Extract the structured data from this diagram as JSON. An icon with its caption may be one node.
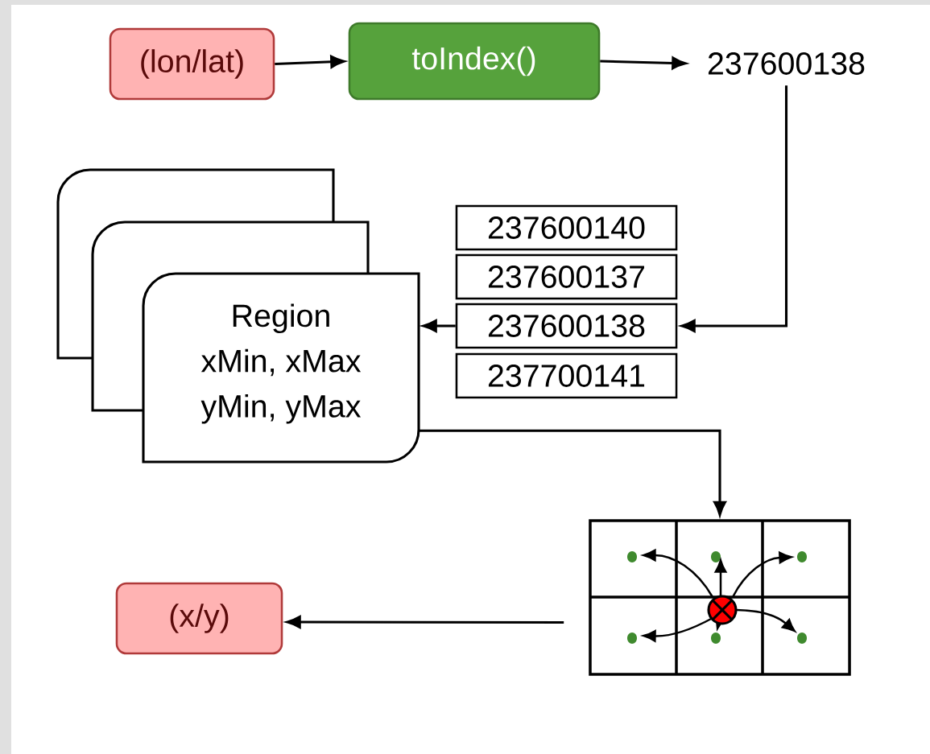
{
  "diagram": {
    "nodes": [
      {
        "text": [
          "(lon/lat)"
        ]
      },
      {
        "text": [
          "toIndex()"
        ]
      },
      {
        "text": [
          "237600138"
        ]
      },
      {
        "text": [],
        "shape": "box"
      },
      {
        "text": [],
        "shape": "box"
      },
      {
        "text": [
          "Region",
          "xMin, xMax",
          "yMin, yMax"
        ]
      },
      {
        "text": [
          "237600140"
        ]
      },
      {
        "text": [
          "237600137"
        ]
      },
      {
        "text": [
          "237600138"
        ]
      },
      {
        "text": [
          "237700141"
        ]
      },
      {
        "text": [],
        "shape": "grid"
      },
      {
        "text": [
          "(x/y)"
        ]
      }
    ],
    "edges": [
      {
        "from": 0,
        "to": 1,
        "arrow": "to"
      },
      {
        "from": 1,
        "to": 2,
        "arrow": "to"
      },
      {
        "from": 2,
        "to": 8,
        "arrow": "to"
      },
      {
        "from": 8,
        "to": 5,
        "arrow": "to"
      },
      {
        "from": 5,
        "to": 10,
        "arrow": "to"
      },
      {
        "from": 10,
        "to": 11,
        "arrow": "to"
      }
    ]
  }
}
